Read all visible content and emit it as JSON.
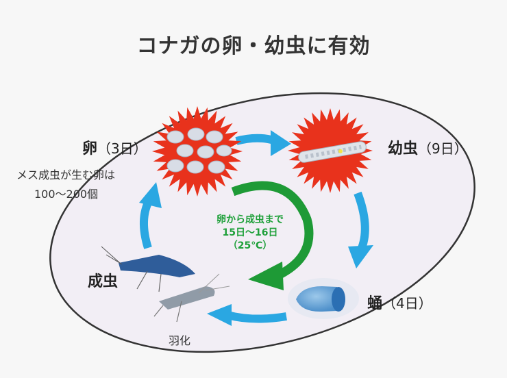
{
  "title": "コナガの卵・幼虫に有効",
  "stages": {
    "egg": {
      "name": "卵",
      "days": "（3日）"
    },
    "larva": {
      "name": "幼虫",
      "days": "（9日）"
    },
    "pupa": {
      "name": "蛹",
      "days": "（4日）"
    },
    "adult": {
      "name": "成虫"
    }
  },
  "egg_note": [
    "メス成虫が生む卵は",
    "100〜200個"
  ],
  "emergence_label": "羽化",
  "cycle_note": [
    "卵から成虫まで",
    "15日〜16日",
    "（25℃）"
  ],
  "colors": {
    "burst": "#e8321c",
    "cycle_arrow": "#2aa7e2",
    "center_arrow": "#1e9a36",
    "ellipse_fill": "#f2eef5"
  }
}
